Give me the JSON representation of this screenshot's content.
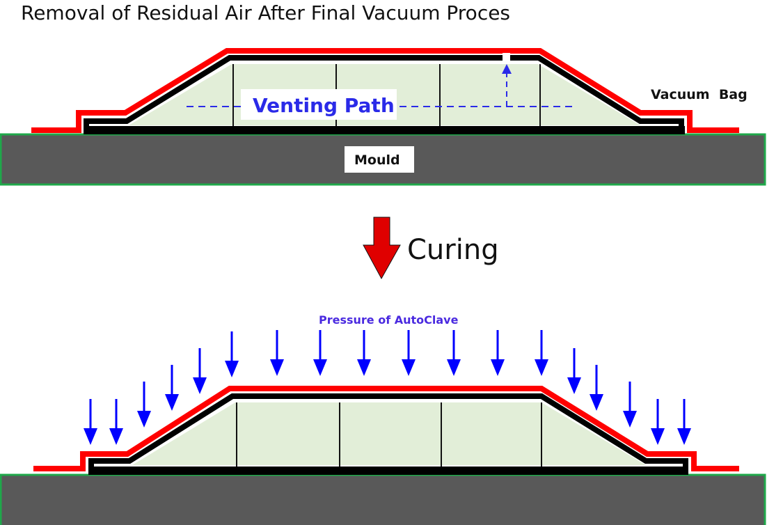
{
  "title": "Removal of Residual Air After Final Vacuum Proces",
  "top": {
    "venting_label": "Venting Path",
    "vacuum_bag_label": "Vacuum  Bag",
    "mould_label": "Mould"
  },
  "transition": {
    "label": "Curing",
    "arrow": "down-arrow"
  },
  "bottom": {
    "pressure_label": "Pressure of AutoClave"
  },
  "colors": {
    "bag": "#ff0000",
    "mould": "#595959",
    "mould_edge": "#1fa84a",
    "part": "#e2eed8",
    "arrow_blue": "#0000ff",
    "curing_arrow": "#e00000"
  }
}
